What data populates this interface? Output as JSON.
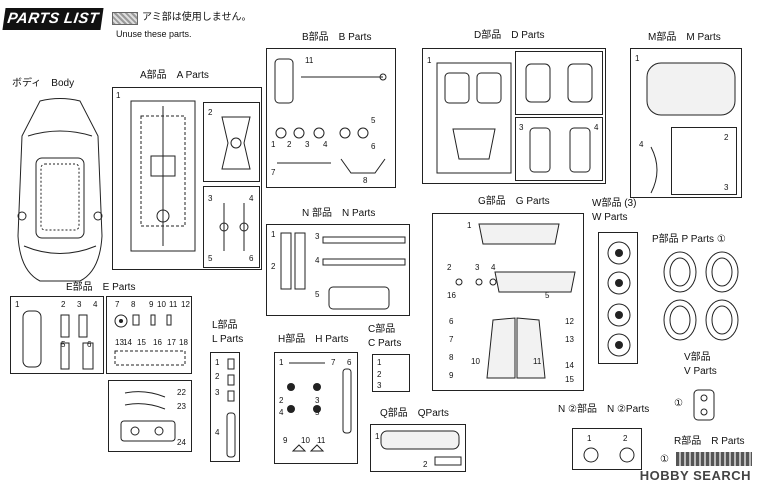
{
  "header": {
    "title": "PARTS LIST",
    "legend_jp": "アミ部は使用しません。",
    "legend_en": "Unuse these parts."
  },
  "labels": {
    "body": "ボディ　Body",
    "a": "A部品　A Parts",
    "b": "B部品　B Parts",
    "d": "D部品　D Parts",
    "m": "M部品　M Parts",
    "n": "N 部品　N Parts",
    "g": "G部品　G Parts",
    "w1": "W部品 (3)",
    "w2": "W Parts",
    "p": "P部品 P Parts ①",
    "e": "E部品　E Parts",
    "l1": "L部品",
    "l2": "L Parts",
    "h": "H部品　H Parts",
    "c1": "C部品",
    "c2": "C Parts",
    "q": "Q部品　QParts",
    "n2": "N ②部品　N ②Parts",
    "v1": "V部品",
    "v2": "V Parts",
    "r": "R部品　R Parts"
  },
  "watermark": "HOBBY SEARCH",
  "numbers": {
    "one": "1",
    "two": "2",
    "three": "3",
    "four": "4",
    "five": "5",
    "six": "6",
    "seven": "7",
    "eight": "8",
    "nine": "9",
    "ten": "10",
    "eleven": "11",
    "twelve": "12",
    "thirteen": "13",
    "fourteen": "14",
    "fifteen": "15",
    "sixteen": "16",
    "seventeen": "17",
    "eighteen": "18",
    "twentytwo": "22",
    "twentythree": "23",
    "twentyfour": "24",
    "circ1": "①"
  }
}
